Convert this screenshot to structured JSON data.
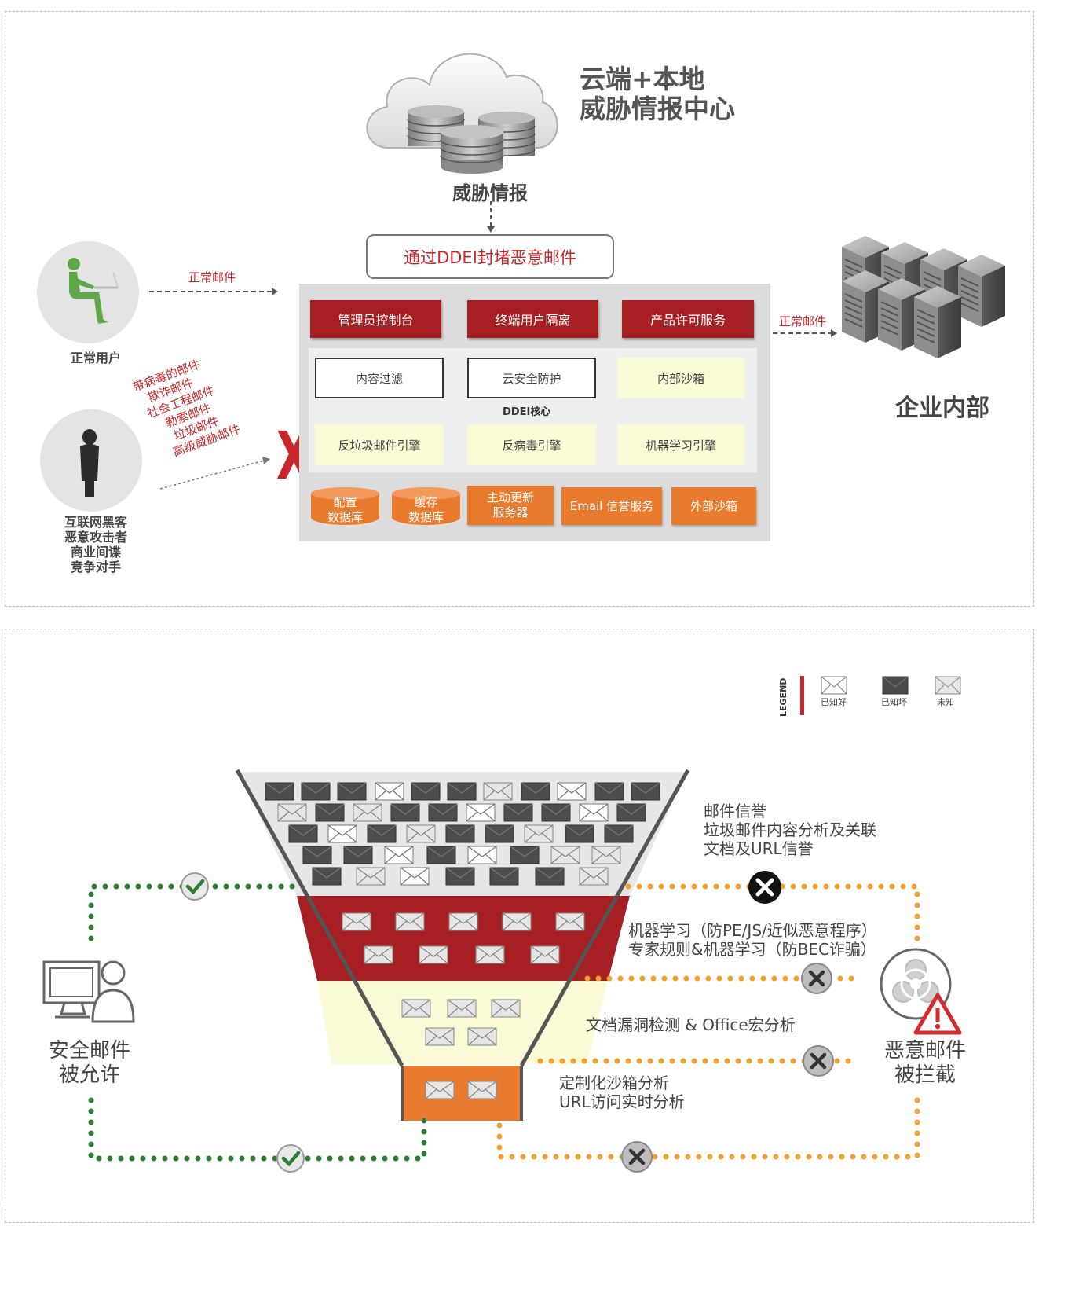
{
  "top": {
    "cloud_title_line1": "云端+本地",
    "cloud_title_line2": "威胁情报中心",
    "threat_intel_label": "威胁情报",
    "ddei_banner": "通过DDEI封堵恶意邮件",
    "normal_user_label": "正常用户",
    "normal_mail_in": "正常邮件",
    "normal_mail_out": "正常邮件",
    "enterprise_label": "企业内部",
    "attacker_labels": [
      "互联网黑客",
      "恶意攻击者",
      "商业间谍",
      "竞争对手"
    ],
    "malicious_mail_types": [
      "带病毒的邮件",
      "欺诈邮件",
      "社会工程邮件",
      "勒索邮件",
      "垃圾邮件",
      "高级威胁邮件"
    ],
    "blocked_mark": "X",
    "top_services": [
      "管理员控制台",
      "终端用户隔离",
      "产品许可服务"
    ],
    "core_row1": [
      "内容过滤",
      "云安全防护",
      "内部沙箱"
    ],
    "core_label": "DDEI核心",
    "core_row2": [
      "反垃圾邮件引擎",
      "反病毒引擎",
      "机器学习引擎"
    ],
    "db_config": [
      "配置",
      "数据库"
    ],
    "db_cache": [
      "缓存",
      "数据库"
    ],
    "update_server": [
      "主动更新",
      "服务器"
    ],
    "email_reputation": "Email 信誉服务",
    "external_sandbox": "外部沙箱"
  },
  "bottom": {
    "legend_title": "LEGEND",
    "legend_items": [
      "已知好",
      "已知坏",
      "未知"
    ],
    "layer1_lines": [
      "邮件信誉",
      "垃圾邮件内容分析及关联",
      "文档及URL信誉"
    ],
    "layer2_lines": [
      "机器学习（防PE/JS/近似恶意程序）",
      "专家规则&机器学习（防BEC诈骗）"
    ],
    "layer3_lines": [
      "文档漏洞检测 & Office宏分析"
    ],
    "layer4_lines": [
      "定制化沙箱分析",
      "URL访问实时分析"
    ],
    "safe_lines": [
      "安全邮件",
      "被允许"
    ],
    "blocked_lines": [
      "恶意邮件",
      "被拦截"
    ]
  },
  "colors": {
    "brand_red": "#a61f23",
    "orange": "#e97b2e",
    "pale_yellow": "#fafad6",
    "green_dots": "#2e7d32",
    "orange_dots": "#f0a030"
  }
}
